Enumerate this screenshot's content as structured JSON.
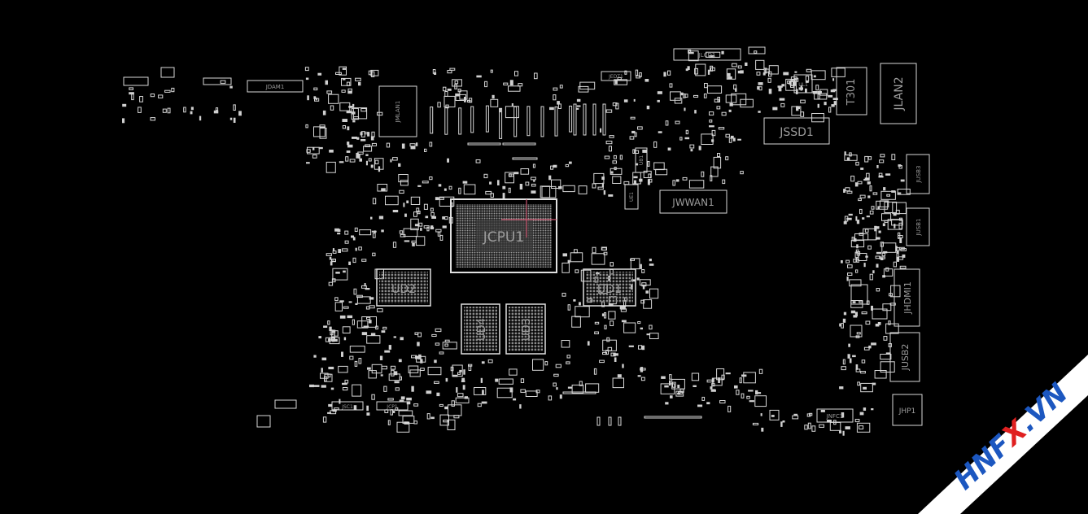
{
  "colors": {
    "background": "#000000",
    "outline": "#d8d8d8",
    "label": "#9c9c9c",
    "chip_fill": "#8a8a8a",
    "marker": "#c8546e",
    "watermark_band": "#ffffff",
    "watermark_text": "#1c57c0",
    "watermark_x": "#e02020"
  },
  "labels": {
    "jcpu1": "JCPU1",
    "ud1": "UD1",
    "ud2": "UD2",
    "ud3": "UD3",
    "ud4": "UD4",
    "jssd1": "JSSD1",
    "jwwan1": "JWWAN1",
    "t301": "T301",
    "jlan2": "JLAN2",
    "jhdmi1": "JHDMI1",
    "jusb2": "JUSB2",
    "jhp1": "JHP1",
    "jusb3": "JUSB3",
    "jusb1": "JUSB1",
    "jnfc1": "JNFC1",
    "jlcd1": "JLCD1",
    "jdam1": "JDAM1",
    "jmlan1": "JMLAN1",
    "jedt1": "JEDT1",
    "ue1": "UE1",
    "ul1": "UL1",
    "ub1": "UB1",
    "jsc1": "JSC1",
    "jcp1": "JCP1"
  },
  "watermark": {
    "pre": "HNF",
    "x": "X",
    "post": ".VN"
  }
}
